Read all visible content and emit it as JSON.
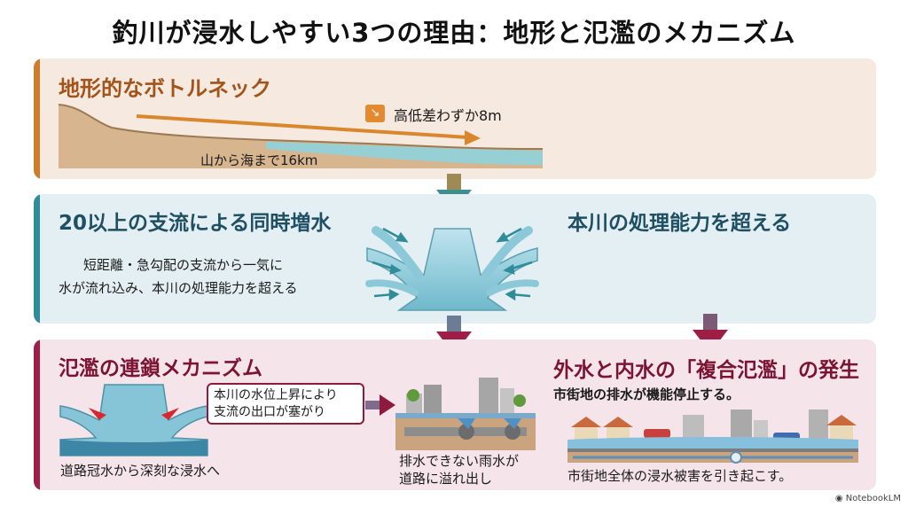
{
  "title": "釣川が浸水しやすい3つの理由：地形と氾濫のメカニズム",
  "section1": {
    "heading": "地形的なボトルネック",
    "elevation_label": "高低差わずか8m",
    "distance_label": "山から海まで16km",
    "accent_color": "#cf7d2a"
  },
  "section2": {
    "heading": "20以上の支流による同時増水",
    "right_heading": "本川の処理能力を超える",
    "desc_line1": "短距離・急勾配の支流から一気に",
    "desc_line2": "水が流れ込み、本川の処理能力を超える",
    "accent_color": "#2f8c99"
  },
  "section3": {
    "heading": "氾濫の連鎖メカニズム",
    "callout_line1": "本川の水位上昇により",
    "callout_line2": "支流の出口が塞がり",
    "road_label": "道路冠水から深刻な浸水へ",
    "drain_line1": "排水できない雨水が",
    "drain_line2": "道路に溢れ出し",
    "right_heading": "外水と内水の「複合氾濫」の発生",
    "right_sub": "市街地の排水が機能停止する。",
    "right_bottom": "市街地全体の浸水被害を引き起こす。",
    "accent_color": "#9e1f46"
  },
  "brand": "NotebookLM"
}
